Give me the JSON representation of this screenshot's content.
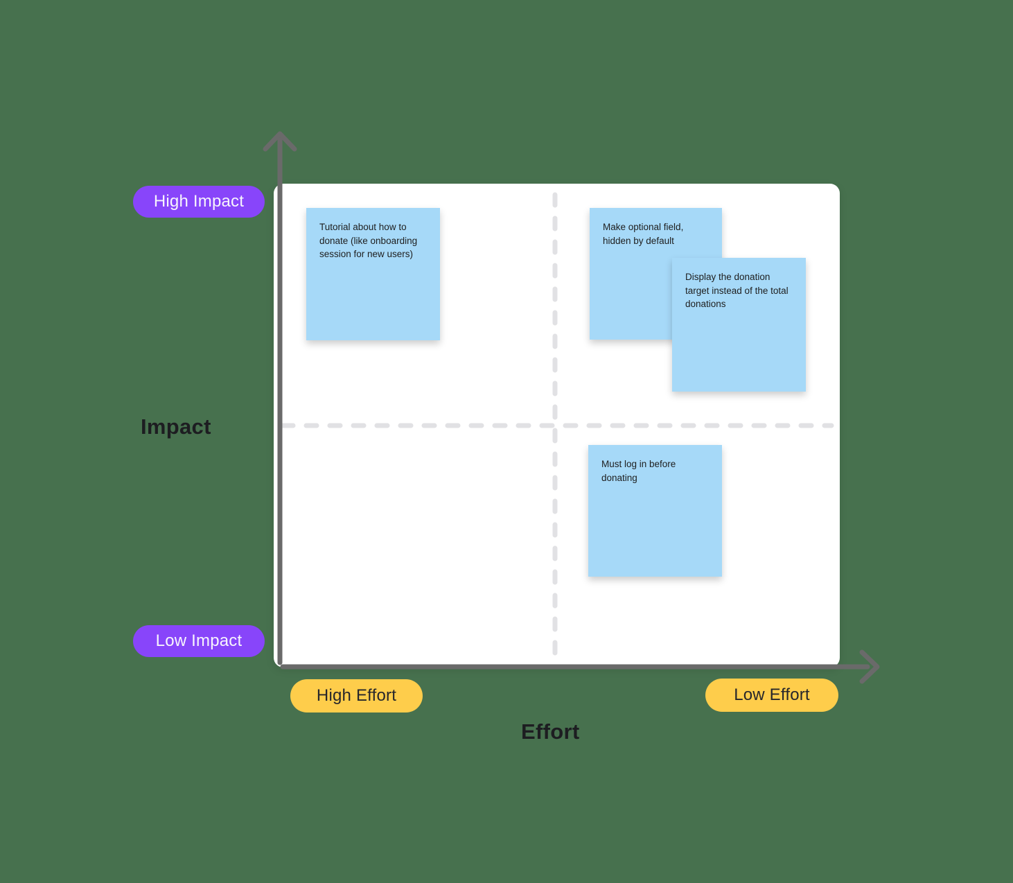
{
  "board": {
    "background_color": "#47714E",
    "canvas_color": "#FFFFFF"
  },
  "axes": {
    "y_label": "Impact",
    "x_label": "Effort",
    "axis_color": "#6A6A6A",
    "divider_color": "#E1E1E4"
  },
  "pills": {
    "high_impact": "High Impact",
    "low_impact": "Low Impact",
    "high_effort": "High Effort",
    "low_effort": "Low Effort",
    "impact_pill_color": "#8845FA",
    "effort_pill_color": "#FECD4B"
  },
  "notes": {
    "color": "#A6D9F8",
    "items": [
      {
        "text": "Tutorial about how to donate (like onboarding session for new users)",
        "quadrant": "high-impact-high-effort"
      },
      {
        "text": "Make optional field, hidden by default",
        "quadrant": "high-impact-low-effort"
      },
      {
        "text": "Display the donation target instead of the total donations",
        "quadrant": "high-impact-low-effort"
      },
      {
        "text": "Must log in before donating",
        "quadrant": "low-impact-low-effort"
      }
    ]
  }
}
